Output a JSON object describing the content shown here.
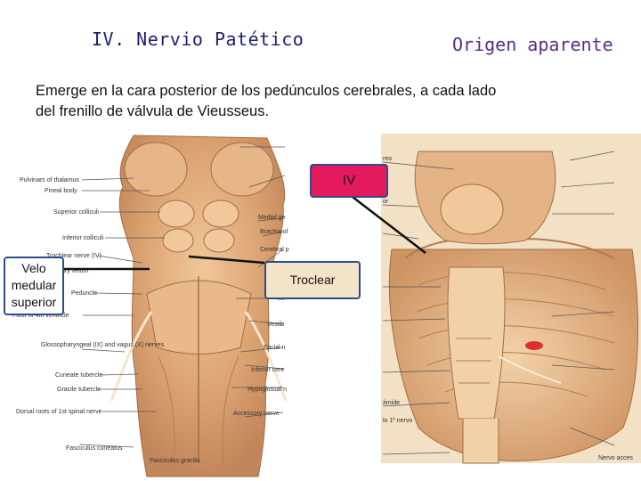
{
  "slide": {
    "title_left": "IV. Nervio Patético",
    "title_right": "Origen aparente",
    "description_lines": [
      "Emerge en la cara posterior de los pedúnculos cerebrales, a cada lado",
      "del frenillo de válvula de Vieusseus."
    ]
  },
  "callouts": {
    "iv": "IV",
    "troclear": "Troclear",
    "velo": [
      "Velo",
      "medular",
      "superior"
    ]
  },
  "left_figure_labels": [
    "Pulvinars of thalamus",
    "Pineal body",
    "Superior colliculi",
    "Inferior colliculi",
    "Trochlear nerve (IV)",
    "Superior medullary velum",
    "Peduncle",
    "Floor of 4th ventricle",
    "Glossopharyngeal (IX) and vagus (X) nerves",
    "Cuneate tubercle",
    "Gracile tubercle",
    "Dorsal roots of 1st spinal nerve",
    "Fasciculus cuneatus",
    "Fasciculus gracilis"
  ],
  "center_figure_labels": [
    "Medial ge",
    "Brachia of",
    "Cerebral p",
    "Mi",
    "Vestib",
    "Facial n",
    "Inferior cere",
    "Hypoglossal n",
    "Accessory nerve"
  ],
  "right_figure_labels": [
    "reo",
    "or",
    "ámide",
    "lo 1º nervo",
    "Nervo acces"
  ],
  "colors": {
    "title_left": "#1f1f6e",
    "title_right": "#5b2c86",
    "callout_iv_fill": "#e5195e",
    "callout_border": "#2b4d8c",
    "tissue": "#d9a878"
  }
}
